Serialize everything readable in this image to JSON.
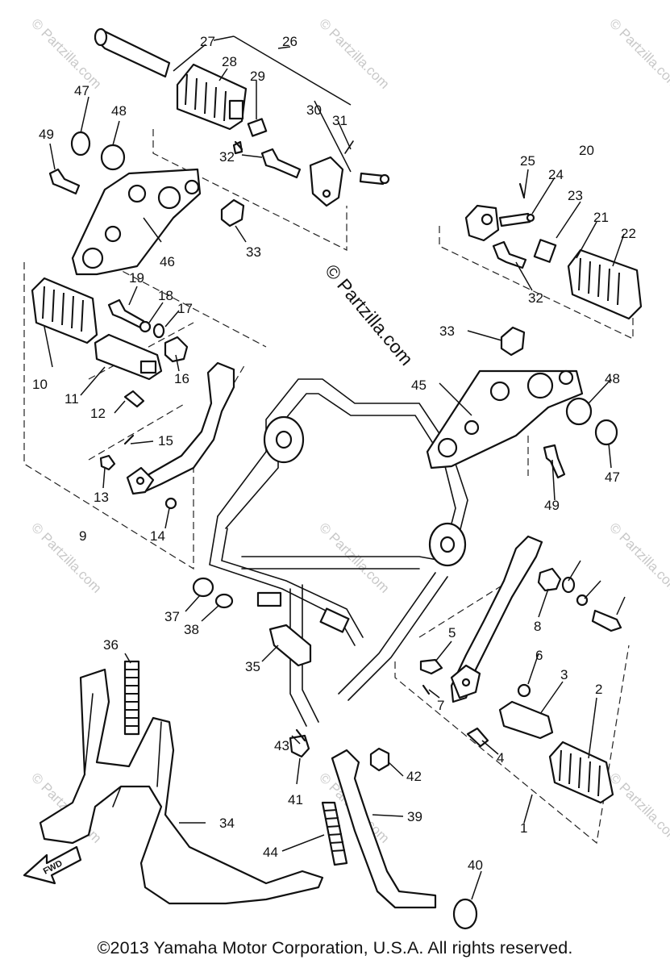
{
  "diagram": {
    "callouts": [
      "1",
      "2",
      "3",
      "4",
      "5",
      "6",
      "7",
      "8",
      "9",
      "10",
      "11",
      "12",
      "13",
      "14",
      "15",
      "16",
      "17",
      "18",
      "19",
      "20",
      "21",
      "22",
      "23",
      "24",
      "25",
      "26",
      "27",
      "28",
      "29",
      "30",
      "31",
      "32",
      "33",
      "34",
      "35",
      "36",
      "37",
      "38",
      "39",
      "40",
      "41",
      "42",
      "43",
      "44",
      "45",
      "46",
      "47",
      "48",
      "49"
    ],
    "watermark": "© Partzilla.com",
    "fwd_label": "FWD"
  },
  "footer": {
    "copyright": "©2013  Yamaha Motor Corporation, U.S.A. All rights reserved."
  }
}
